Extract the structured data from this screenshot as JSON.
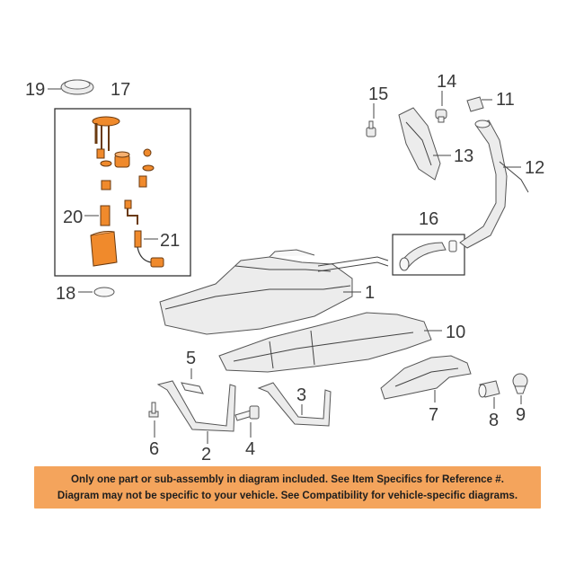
{
  "callouts": {
    "c1": "1",
    "c2": "2",
    "c3": "3",
    "c4": "4",
    "c5": "5",
    "c6": "6",
    "c7": "7",
    "c8": "8",
    "c9": "9",
    "c10": "10",
    "c11": "11",
    "c12": "12",
    "c13": "13",
    "c14": "14",
    "c15": "15",
    "c16": "16",
    "c17": "17",
    "c18": "18",
    "c19": "19",
    "c20": "20",
    "c21": "21"
  },
  "notice": {
    "line1": "Only one part or sub-assembly in diagram included. See Item Specifics for Reference #.",
    "line2": "Diagram may not be specific to your vehicle. See Compatibility for vehicle-specific diagrams.",
    "background": "#f4a45c"
  },
  "colors": {
    "highlight": "#f08a2c",
    "outline": "#555555"
  }
}
